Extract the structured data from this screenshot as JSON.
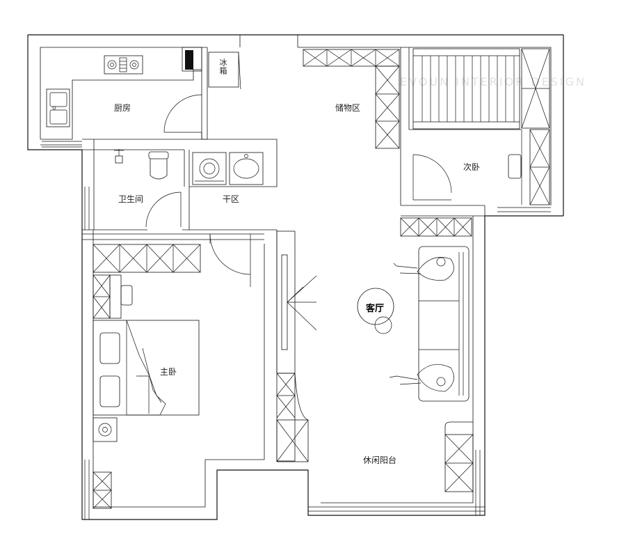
{
  "rooms": {
    "kitchen": "厨房",
    "fridge": "冰箱",
    "storage": "储物区",
    "second_bedroom": "次卧",
    "bathroom": "卫生间",
    "dry_area": "干区",
    "living_room": "客厅",
    "master_bedroom": "主卧",
    "balcony": "休闲阳台"
  },
  "watermark": "EVOUN INTERIOR DESIGN"
}
